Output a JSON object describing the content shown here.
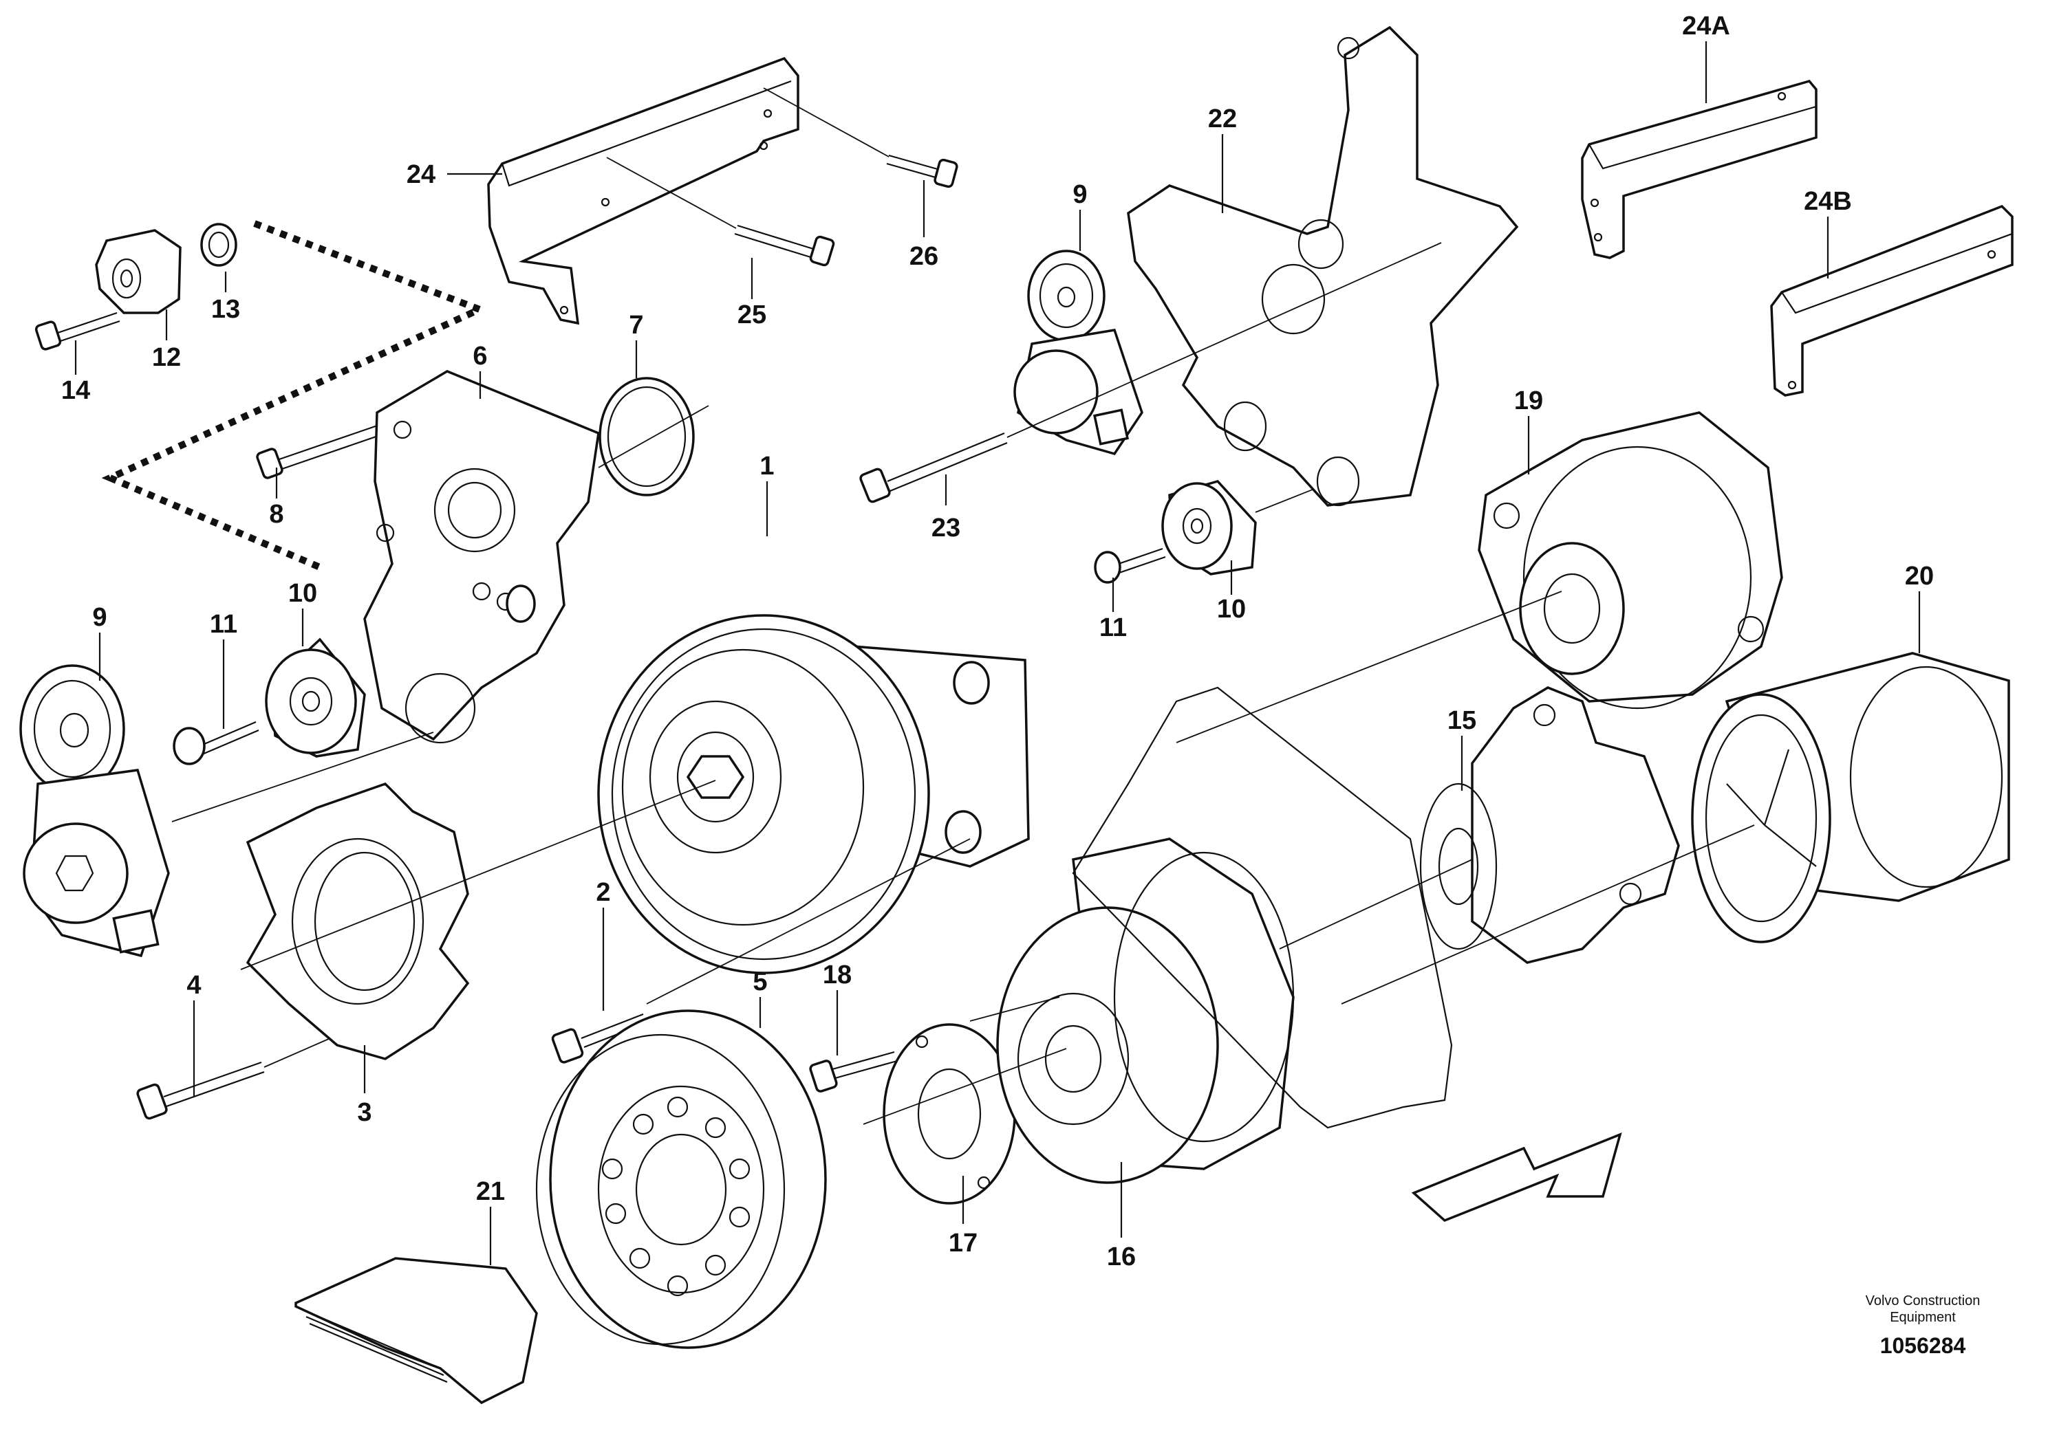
{
  "callouts": {
    "c1": "1",
    "c2": "2",
    "c3": "3",
    "c4": "4",
    "c5": "5",
    "c6": "6",
    "c7": "7",
    "c8": "8",
    "c9a": "9",
    "c9b": "9",
    "c10a": "10",
    "c10b": "10",
    "c11a": "11",
    "c11b": "11",
    "c12": "12",
    "c13": "13",
    "c14": "14",
    "c15": "15",
    "c16": "16",
    "c17": "17",
    "c18": "18",
    "c19": "19",
    "c20": "20",
    "c21": "21",
    "c22": "22",
    "c23": "23",
    "c24": "24",
    "c24a": "24A",
    "c24b": "24B",
    "c25": "25",
    "c26": "26"
  },
  "footer": {
    "credit_line1": "Volvo Construction",
    "credit_line2": "Equipment",
    "document_number": "1056284"
  },
  "colors": {
    "line": "#111111",
    "background": "#ffffff"
  },
  "icons": {
    "direction": "forward-arrow-icon"
  }
}
